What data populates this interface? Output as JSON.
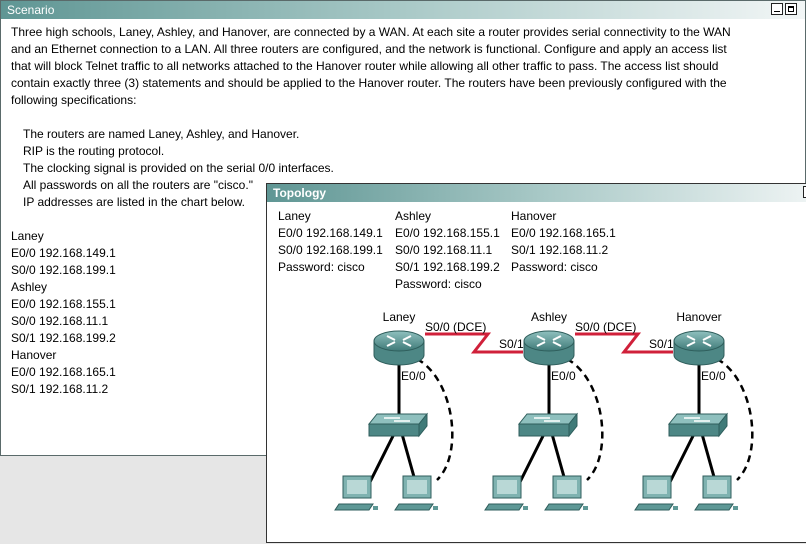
{
  "scenario": {
    "title": "Scenario",
    "paragraph": [
      "Three high schools, Laney, Ashley, and  Hanover, are connected by a WAN.  At each site a router provides serial connectivity to the WAN",
      "and an Ethernet connection to a LAN.  All three routers are configured, and the network is functional.  Configure and apply an access list",
      "that will block Telnet traffic to all networks attached to the Hanover router while allowing all other traffic to pass.  The access list should",
      "contain exactly three (3) statements and should be applied to the Hanover router.  The routers have been previously configured with the",
      "following specifications:"
    ],
    "specs": [
      "The routers are named Laney, Ashley, and Hanover.",
      "RIP is the routing protocol.",
      "The clocking signal is provided on the serial 0/0 interfaces.",
      "All passwords on all the routers are \"cisco.\"",
      "IP addresses are listed in the chart below."
    ],
    "addresses": [
      "Laney",
      "E0/0 192.168.149.1",
      "S0/0 192.168.199.1",
      "Ashley",
      "E0/0 192.168.155.1",
      "S0/0 192.168.11.1",
      "S0/1 192.168.199.2",
      "Hanover",
      "E0/0 192.168.165.1",
      "S0/1 192.168.11.2"
    ]
  },
  "topology": {
    "title": "Topology",
    "columns": [
      [
        "Laney",
        "E0/0 192.168.149.1",
        "S0/0 192.168.199.1",
        "Password: cisco"
      ],
      [
        "Ashley",
        "E0/0 192.168.155.1",
        "S0/0 192.168.11.1",
        "S0/1 192.168.199.2",
        "Password: cisco"
      ],
      [
        "Hanover",
        "E0/0 192.168.165.1",
        "S0/1 192.168.11.2",
        "Password: cisco"
      ]
    ],
    "diagram": {
      "routers": [
        "Laney",
        "Ashley",
        "Hanover"
      ],
      "dce_label": "S0/0 (DCE)",
      "s01_label": "S0/1",
      "e00_label": "E0/0"
    }
  },
  "colors": {
    "serial_link": "#d0203a",
    "device": "#5e9896"
  }
}
